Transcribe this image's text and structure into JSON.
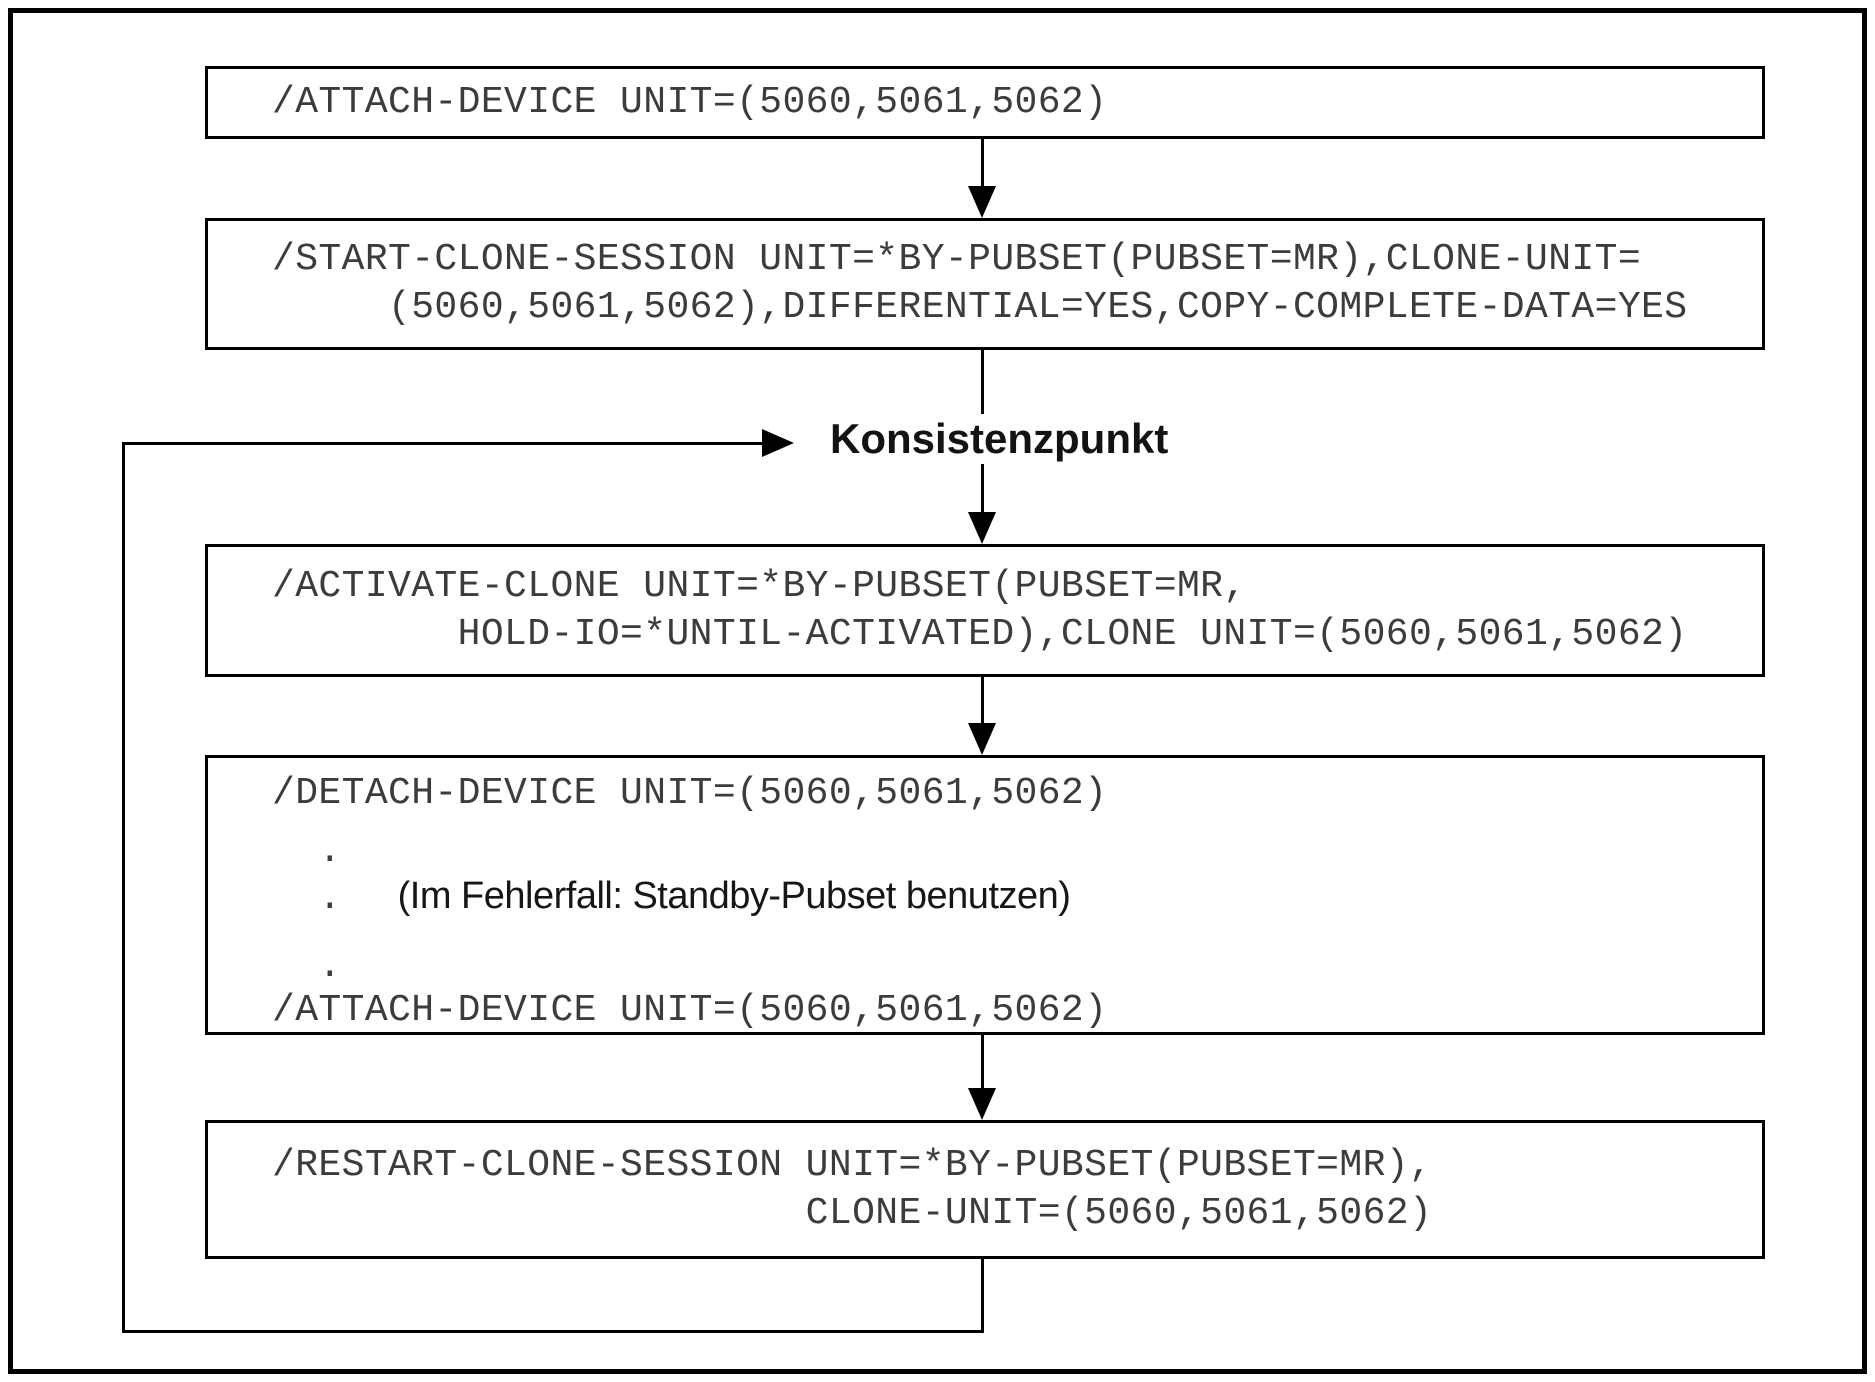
{
  "flowchart": {
    "box_attach": {
      "line1": "/ATTACH-DEVICE UNIT=(5060,5061,5062)"
    },
    "box_start": {
      "line1": "/START-CLONE-SESSION UNIT=*BY-PUBSET(PUBSET=MR),CLONE-UNIT=",
      "line2": "     (5060,5061,5062),DIFFERENTIAL=YES,COPY-COMPLETE-DATA=YES"
    },
    "label_konsistenzpunkt": "Konsistenzpunkt",
    "box_activate": {
      "line1": "/ACTIVATE-CLONE UNIT=*BY-PUBSET(PUBSET=MR,",
      "line2": "        HOLD-IO=*UNTIL-ACTIVATED),CLONE UNIT=(5060,5061,5062)"
    },
    "box_detach": {
      "line1": "/DETACH-DEVICE UNIT=(5060,5061,5062)",
      "dot": "  .",
      "note": "(Im Fehlerfall: Standby-Pubset benutzen)",
      "line2": "/ATTACH-DEVICE UNIT=(5060,5061,5062)"
    },
    "box_restart": {
      "line1": "/RESTART-CLONE-SESSION UNIT=*BY-PUBSET(PUBSET=MR),",
      "line2": "                       CLONE-UNIT=(5060,5061,5062)"
    }
  },
  "colors": {
    "line": "#000000",
    "command_text": "#3c3c3c",
    "label_text": "#131313",
    "background": "#ffffff"
  }
}
